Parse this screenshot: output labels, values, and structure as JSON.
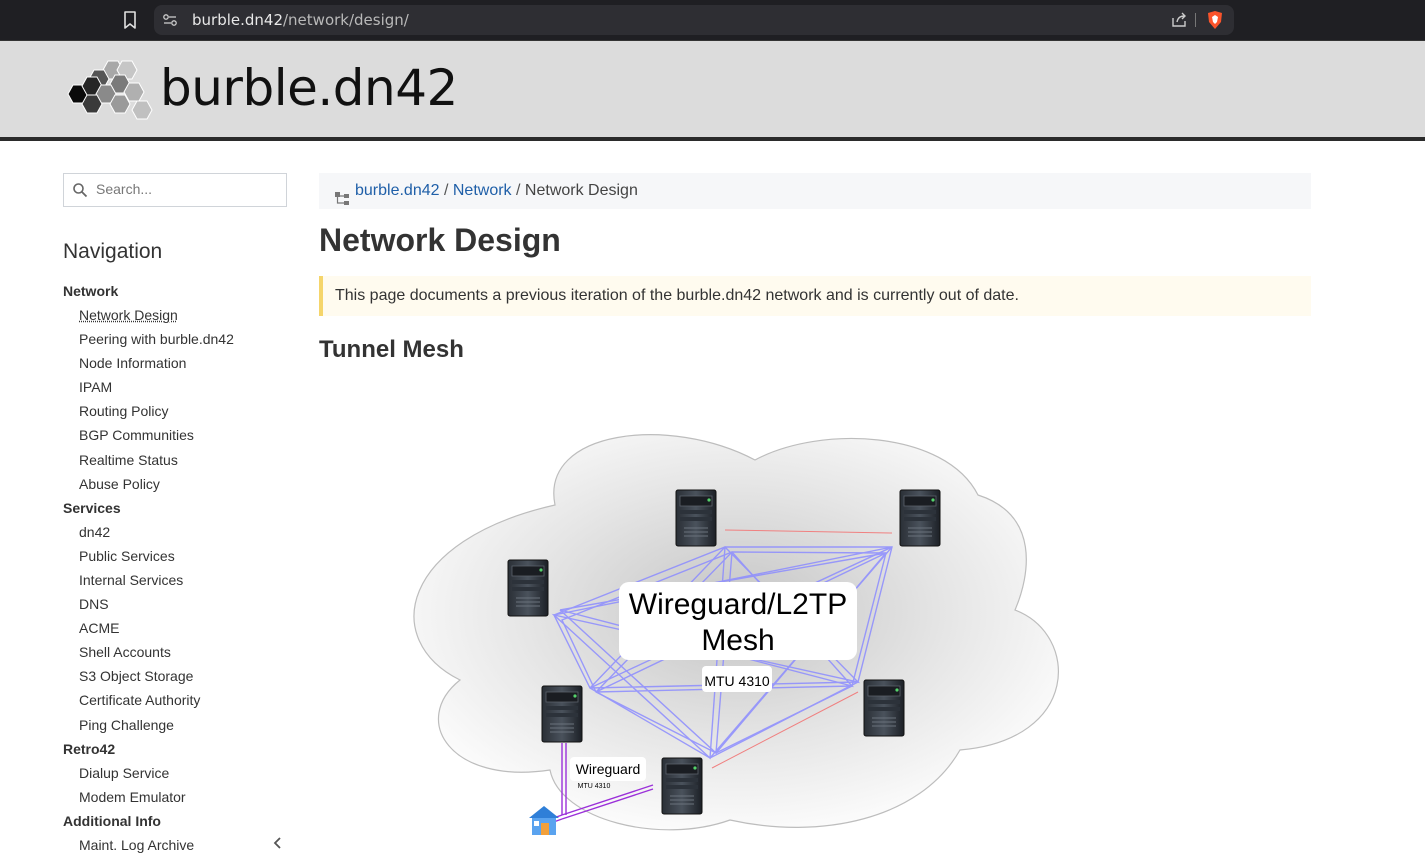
{
  "browser": {
    "url_domain": "burble.dn42",
    "url_path": "/network/design/"
  },
  "site": {
    "title": "burble.dn42"
  },
  "sidebar": {
    "search_placeholder": "Search...",
    "nav_title": "Navigation",
    "sections": [
      {
        "label": "Network",
        "items": [
          "Network Design",
          "Peering with burble.dn42",
          "Node Information",
          "IPAM",
          "Routing Policy",
          "BGP Communities",
          "Realtime Status",
          "Abuse Policy"
        ]
      },
      {
        "label": "Services",
        "items": [
          "dn42",
          "Public Services",
          "Internal Services",
          "DNS",
          "ACME",
          "Shell Accounts",
          "S3 Object Storage",
          "Certificate Authority",
          "Ping Challenge"
        ]
      },
      {
        "label": "Retro42",
        "items": [
          "Dialup Service",
          "Modem Emulator"
        ]
      },
      {
        "label": "Additional Info",
        "items": [
          "Maint. Log Archive"
        ]
      }
    ],
    "active_item": "Network Design"
  },
  "breadcrumb": {
    "home": "burble.dn42",
    "sep1": "/",
    "section": "Network",
    "sep2": "/",
    "current": "Network Design"
  },
  "page": {
    "title": "Network Design",
    "notice": "This page documents a previous iteration of the burble.dn42 network and is currently out of date.",
    "section_title": "Tunnel Mesh"
  },
  "diagram": {
    "mesh_label_line1": "Wireguard/L2TP",
    "mesh_label_line2": "Mesh",
    "mesh_mtu": "MTU 4310",
    "link_label": "Wireguard",
    "link_mtu": "MTU 4310"
  },
  "colors": {
    "mesh_link": "#8c8cff",
    "cross_link": "#f08080",
    "wireguard_link": "#9b30d9",
    "link_text": "#1f5fa8",
    "notice_border": "#f5d56b"
  }
}
